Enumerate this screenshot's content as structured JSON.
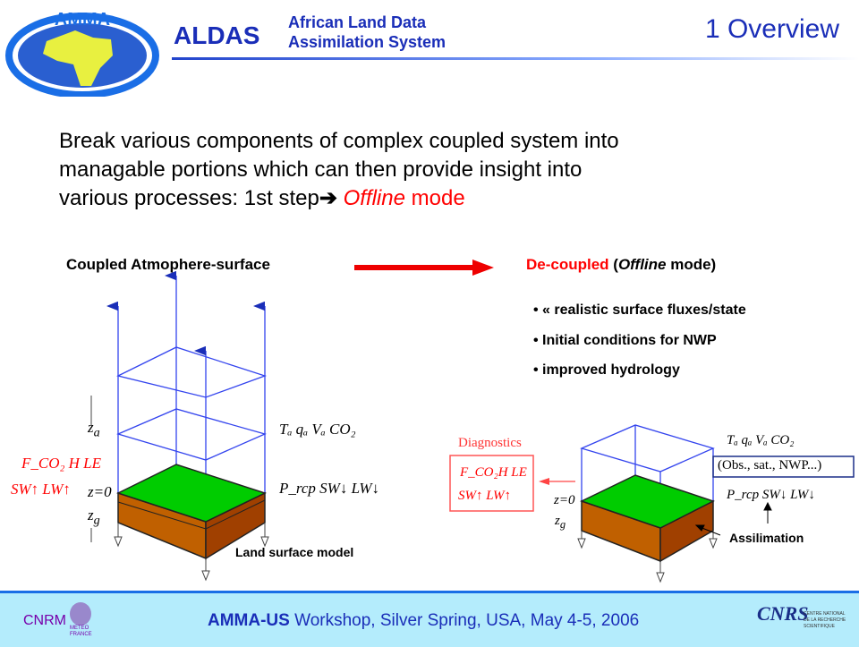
{
  "header": {
    "logo_text": "AMMA",
    "acronym": "ALDAS",
    "subtitle_line1": "African Land Data",
    "subtitle_line2": "Assimilation System",
    "slide_title": "1 Overview"
  },
  "body": {
    "line1": "Break various components of complex coupled system into",
    "line2": "managable portions which can then provide insight into",
    "line3_prefix": "various processes: 1st step",
    "arrow": "➔ ",
    "line3_italic": "Offline",
    "line3_suffix": " mode"
  },
  "left": {
    "heading": "Coupled Atmophere-surface",
    "za": "z",
    "za_sub": "a",
    "z0": "z=0",
    "zg": "z",
    "zg_sub": "g",
    "atm_vars": "Tₐ qₐ Vₐ CO₂",
    "forcing": "P_rcp SW↓ LW↓",
    "fluxes": "F_CO₂ H  LE",
    "rad_up": "SW↑  LW↑",
    "label": "Land surface model"
  },
  "right": {
    "heading_red": "De-coupled",
    "heading_open": " (",
    "heading_italic": "Offline",
    "heading_close": " mode)",
    "bullets": [
      "• « realistic surface fluxes/state",
      "• Initial conditions for NWP",
      "• improved hydrology"
    ],
    "diag_title": "Diagnostics",
    "fluxes": "F_CO₂H  LE",
    "rad_up": "SW↑  LW↑",
    "atm_vars": "Tₐ qₐ Vₐ CO₂",
    "obs_box": "(Obs., sat., NWP...)",
    "forcing": "P_rcp SW↓ LW↓",
    "z0": "z=0",
    "zg": "z",
    "zg_sub": "g",
    "assim": "Assilimation"
  },
  "footer": {
    "cnrm": "CNRM",
    "meteo": "METEO FRANCE",
    "bold": "AMMA-US",
    "rest": " Workshop, Silver Spring, USA, May 4-5, 2006",
    "cnrs": "CNRS",
    "cnrs_text": "CENTRE NATIONAL DE LA RECHERCHE SCIENTIFIQUE"
  }
}
